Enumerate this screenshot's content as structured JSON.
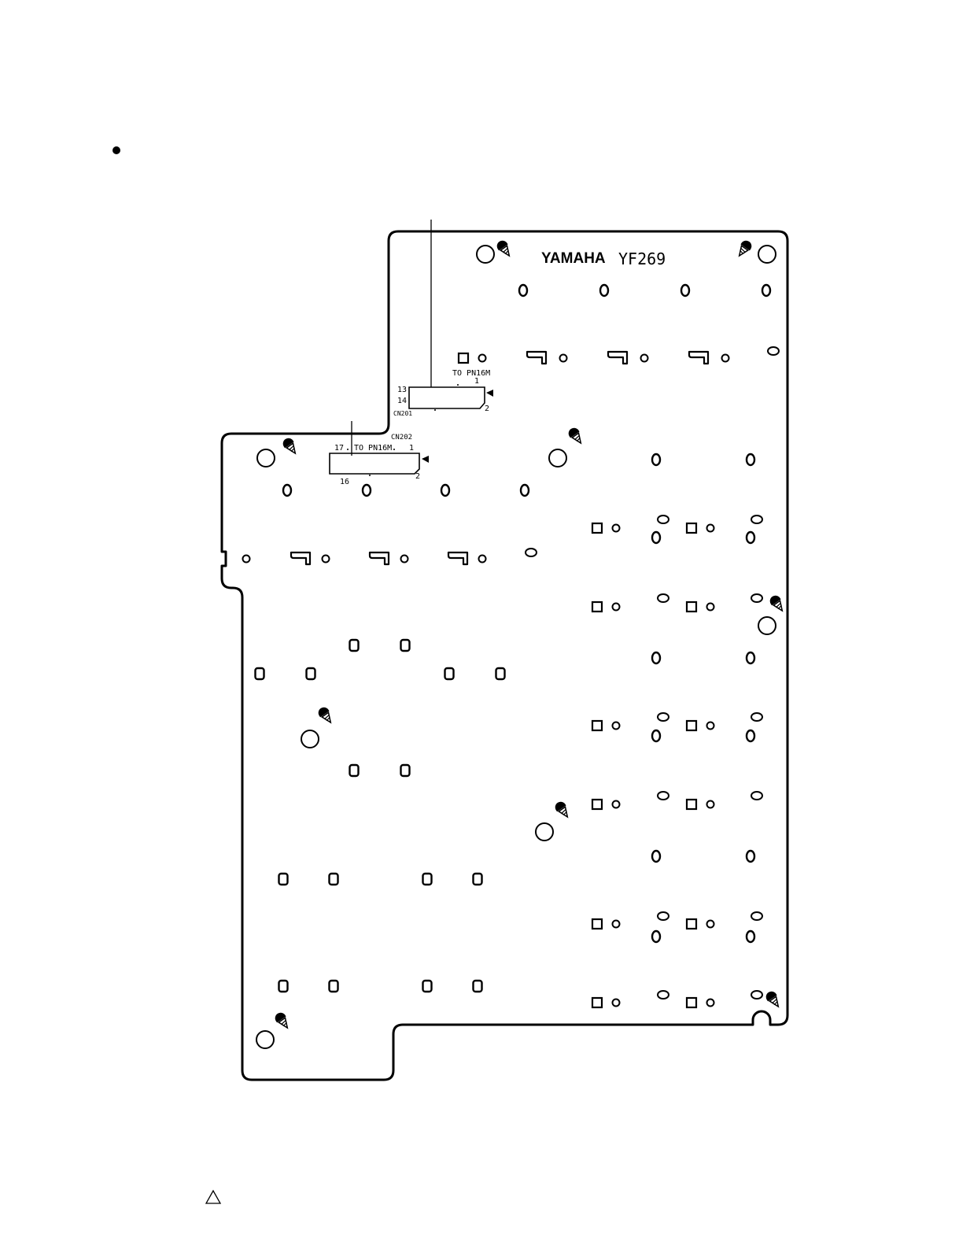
{
  "board": {
    "brand": "YAMAHA",
    "model": "YF269"
  },
  "connectors": {
    "cn201": {
      "name": "CN201",
      "target": "TO PN16M",
      "pin_top_left": "13",
      "pin_bottom_left": "14",
      "pin_top_right": "1",
      "pin_bottom_right": "2"
    },
    "cn202": {
      "name": "CN202",
      "target": "TO PN16M",
      "pin_top_left": "17",
      "pin_bottom_left": "16",
      "pin_top_right": "1",
      "pin_bottom_right": "2"
    }
  },
  "colors": {
    "ink": "#000000",
    "paper": "#ffffff"
  },
  "icons": {
    "bullet": "bullet-dot-icon",
    "screw": "screw-icon",
    "warning": "warning-triangle-icon"
  }
}
